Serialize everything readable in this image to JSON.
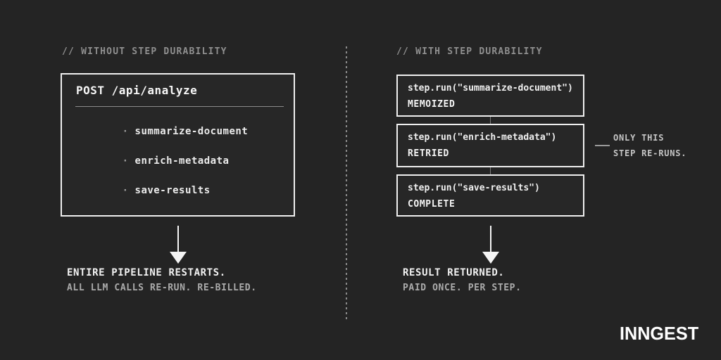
{
  "left": {
    "header": "// WITHOUT STEP DURABILITY",
    "box": {
      "title": "POST /api/analyze",
      "bullet": "·",
      "items": [
        "summarize-document",
        "enrich-metadata",
        "save-results"
      ]
    },
    "result_primary": "ENTIRE PIPELINE RESTARTS.",
    "result_secondary": "ALL LLM CALLS RE-RUN. RE-BILLED."
  },
  "right": {
    "header": "// WITH STEP DURABILITY",
    "steps": [
      {
        "code": "step.run(\"summarize-document\")",
        "status": "MEMOIZED"
      },
      {
        "code": "step.run(\"enrich-metadata\")",
        "status": "RETRIED"
      },
      {
        "code": "step.run(\"save-results\")",
        "status": "COMPLETE"
      }
    ],
    "annotation": {
      "line1": "ONLY THIS",
      "line2": "STEP RE-RUNS."
    },
    "result_primary": "RESULT RETURNED.",
    "result_secondary": "PAID ONCE. PER STEP."
  },
  "logo": "INNGEST",
  "colors": {
    "background": "#242424",
    "box_background": "#272727",
    "box_border": "#efefef",
    "text_primary": "#f2f2f2",
    "text_muted": "#8f8f8f",
    "text_secondary": "#ababab"
  }
}
